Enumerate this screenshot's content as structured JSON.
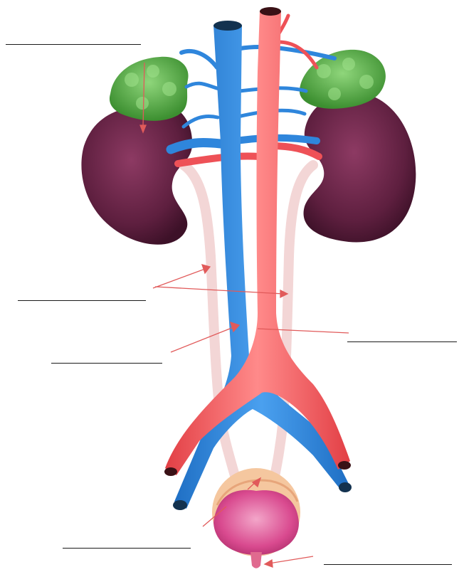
{
  "header_text": "",
  "colors": {
    "vein": "#2e86de",
    "artery": "#ef4f4f",
    "kidney": "#6b2346",
    "adrenal_gland": "#4aa73c",
    "bladder": "#d94a8f",
    "ureter": "#f6dcdc",
    "pointer": "#e15a5a"
  },
  "labels": [
    {
      "id": "adrenal-gland",
      "text": ""
    },
    {
      "id": "ureter",
      "text": ""
    },
    {
      "id": "inferior-vena-cava",
      "text": ""
    },
    {
      "id": "aorta",
      "text": ""
    },
    {
      "id": "urinary-bladder",
      "text": ""
    },
    {
      "id": "urethra",
      "text": ""
    }
  ]
}
